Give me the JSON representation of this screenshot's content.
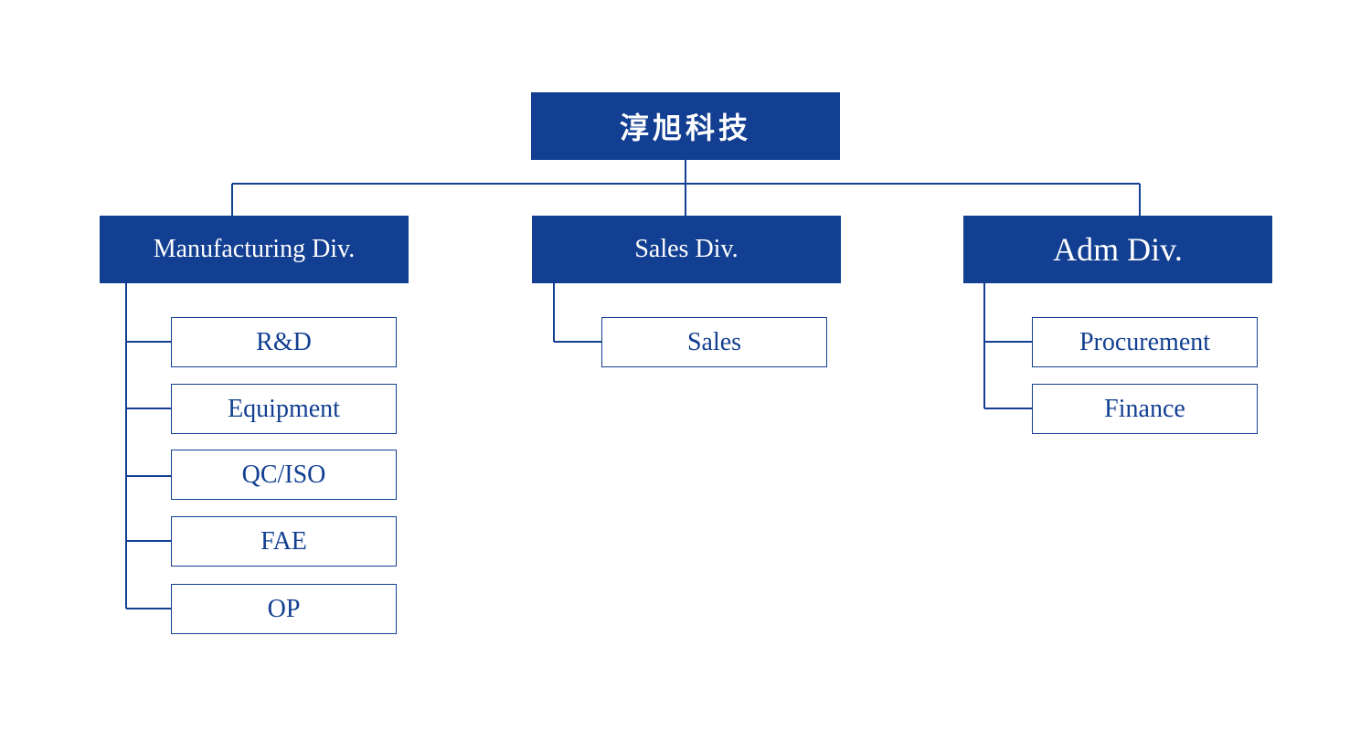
{
  "root": {
    "label": "淳旭科技"
  },
  "divisions": [
    {
      "label": "Manufacturing Div.",
      "children": [
        "R&D",
        "Equipment",
        "QC/ISO",
        "FAE",
        "OP"
      ]
    },
    {
      "label": "Sales Div.",
      "children": [
        "Sales"
      ]
    },
    {
      "label": "Adm Div.",
      "children": [
        "Procurement",
        "Finance"
      ]
    }
  ],
  "colors": {
    "primary": "#123f91",
    "box_text": "#ffffff",
    "background": "#ffffff"
  }
}
